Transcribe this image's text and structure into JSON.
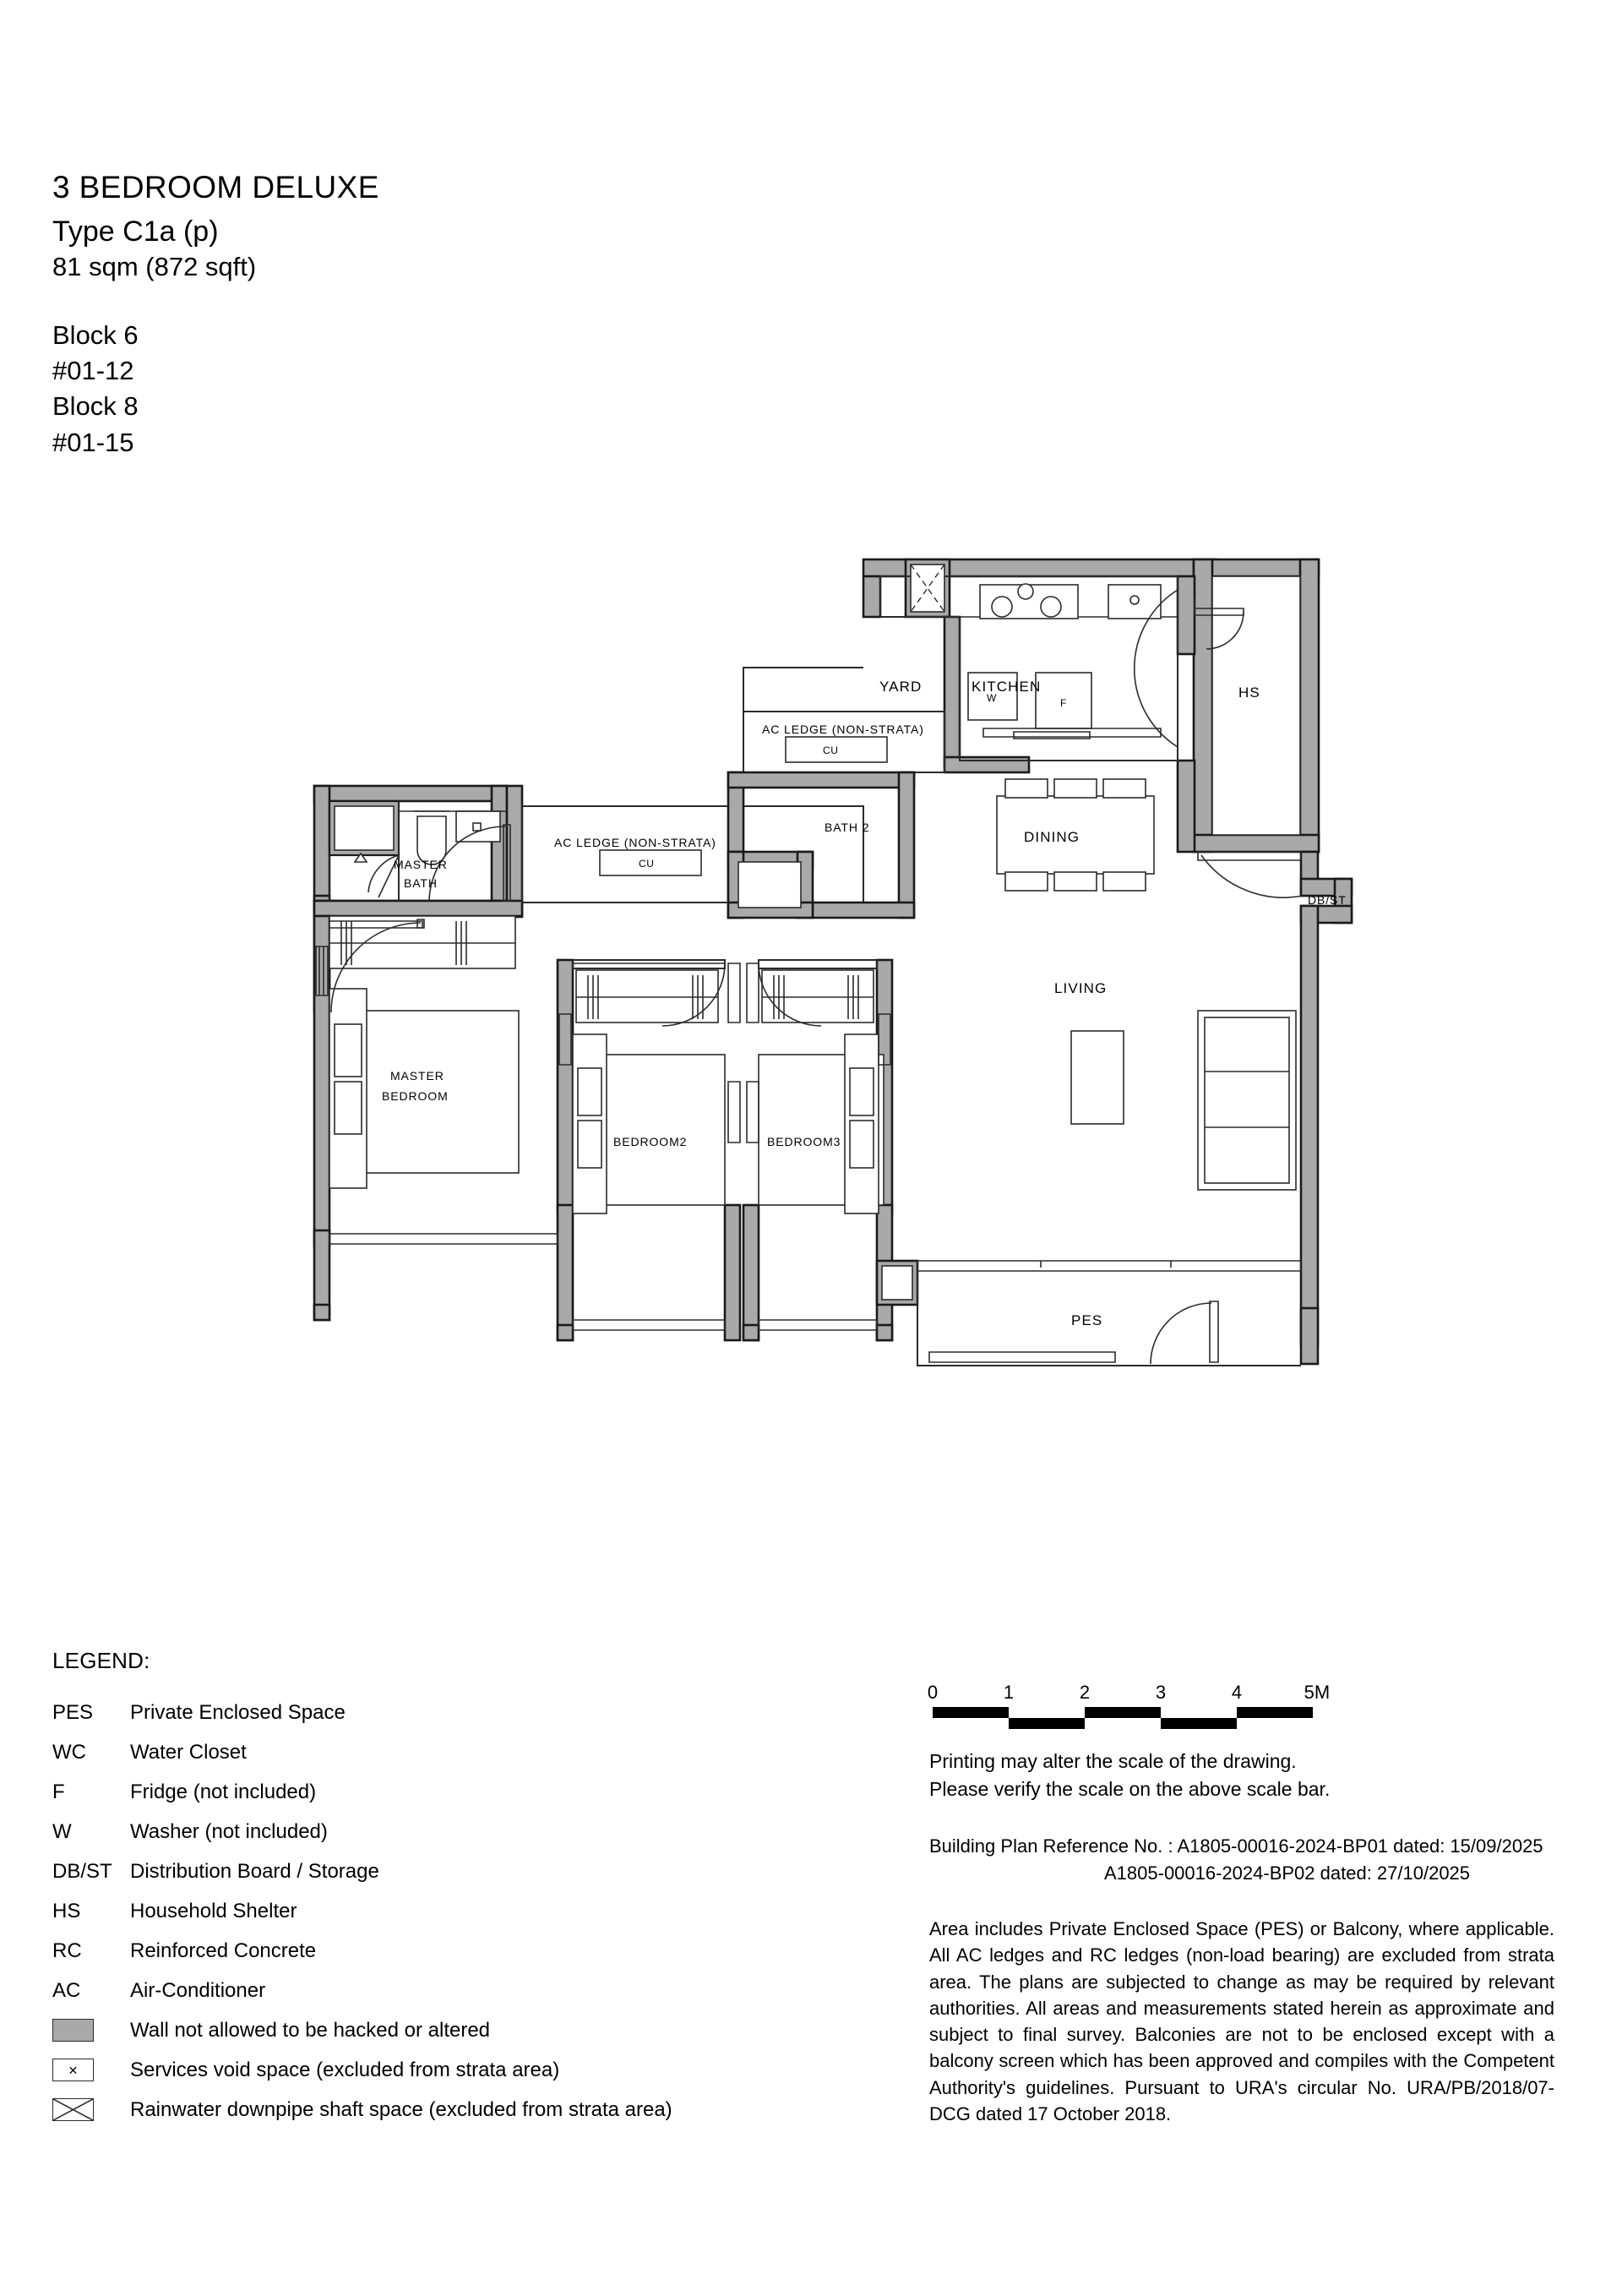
{
  "header": {
    "unit_title": "3 BEDROOM DELUXE",
    "unit_type": "Type C1a (p)",
    "unit_area": "81 sqm (872 sqft)",
    "blocks": [
      "Block 6",
      "#01-12",
      "Block 8",
      "#01-15"
    ]
  },
  "plan": {
    "rooms": [
      {
        "key": "yard",
        "label": "YARD"
      },
      {
        "key": "kitchen",
        "label": "KITCHEN"
      },
      {
        "key": "hs",
        "label": "HS"
      },
      {
        "key": "ac_ledge_top",
        "label": "AC LEDGE (NON-STRATA)"
      },
      {
        "key": "cu_top",
        "label": "CU"
      },
      {
        "key": "ac_ledge_mid",
        "label": "AC LEDGE (NON-STRATA)"
      },
      {
        "key": "cu_mid",
        "label": "CU"
      },
      {
        "key": "master_bath_l1",
        "label": "MASTER"
      },
      {
        "key": "master_bath_l2",
        "label": "BATH"
      },
      {
        "key": "bath2",
        "label": "BATH 2"
      },
      {
        "key": "dining",
        "label": "DINING"
      },
      {
        "key": "db_st",
        "label": "DB/ST"
      },
      {
        "key": "living",
        "label": "LIVING"
      },
      {
        "key": "master_bed_l1",
        "label": "MASTER"
      },
      {
        "key": "master_bed_l2",
        "label": "BEDROOM"
      },
      {
        "key": "bedroom2",
        "label": "BEDROOM2"
      },
      {
        "key": "bedroom3",
        "label": "BEDROOM3"
      },
      {
        "key": "pes",
        "label": "PES"
      },
      {
        "key": "washer",
        "label": "W"
      },
      {
        "key": "fridge",
        "label": "F"
      }
    ]
  },
  "legend": {
    "title": "LEGEND:",
    "items": [
      {
        "abbr": "PES",
        "text": "Private Enclosed Space"
      },
      {
        "abbr": "WC",
        "text": "Water Closet"
      },
      {
        "abbr": "F",
        "text": "Fridge (not included)"
      },
      {
        "abbr": "W",
        "text": "Washer (not included)"
      },
      {
        "abbr": "DB/ST",
        "text": "Distribution Board / Storage"
      },
      {
        "abbr": "HS",
        "text": "Household Shelter"
      },
      {
        "abbr": "RC",
        "text": "Reinforced Concrete"
      },
      {
        "abbr": "AC",
        "text": "Air-Conditioner"
      }
    ],
    "symbols": [
      {
        "key": "wall-swatch",
        "text": "Wall not allowed to be hacked or altered"
      },
      {
        "key": "void-swatch",
        "text": "Services void space (excluded from strata area)"
      },
      {
        "key": "rain-swatch",
        "text": "Rainwater downpipe shaft space (excluded from strata area)"
      }
    ]
  },
  "scale": {
    "ticks": [
      "0",
      "1",
      "2",
      "3",
      "4",
      "5M"
    ],
    "print_note_line1": "Printing may alter the scale of the drawing.",
    "print_note_line2": "Please verify the scale on the above scale bar."
  },
  "references": {
    "line1": "Building Plan Reference No. : A1805-00016-2024-BP01 dated: 15/09/2025",
    "line2": "A1805-00016-2024-BP02 dated: 27/10/2025"
  },
  "disclaimer": {
    "text": "Area includes Private Enclosed Space (PES) or Balcony, where applicable. All AC ledges and RC ledges (non-load bearing) are excluded from strata area. The plans are subjected to change as may be required by relevant authorities. All areas and measurements stated herein as approximate and subject to final survey. Balconies are not to be enclosed except with a balcony screen which has been approved and compiles with the Competent Authority's guidelines. Pursuant to URA's circular No. URA/PB/2018/07-DCG dated 17 October 2018."
  },
  "colors": {
    "wall_fill": "#a9a9a9",
    "wall_stroke": "#1a1a1a",
    "thin_line": "#2b2b2b",
    "text": "#000000",
    "background": "#ffffff"
  }
}
